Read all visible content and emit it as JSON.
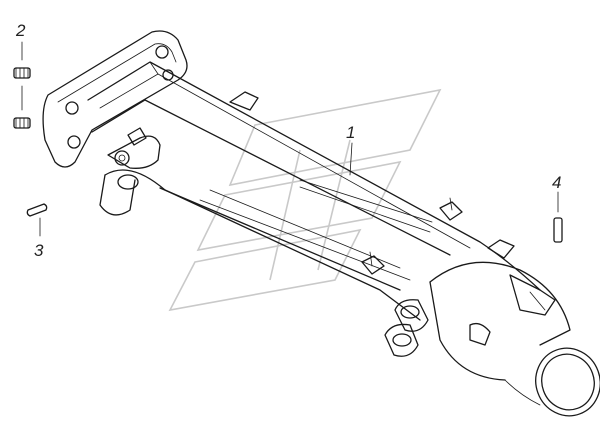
{
  "diagram": {
    "callouts": [
      {
        "id": "1",
        "label": "1"
      },
      {
        "id": "2",
        "label": "2"
      },
      {
        "id": "3",
        "label": "3"
      },
      {
        "id": "4",
        "label": "4"
      }
    ],
    "colors": {
      "line": "#1a1a1a",
      "watermark": "#c9c9c9",
      "background": "#ffffff"
    }
  }
}
